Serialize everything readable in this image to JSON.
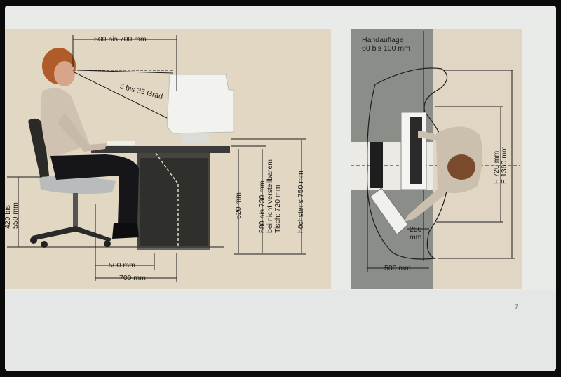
{
  "side_view": {
    "dim_top": "500 bis 700 mm",
    "angle": "5 bis 35 Grad",
    "seat_height": "420 bis\n550 mm",
    "desk_620": "620 mm",
    "desk_adjust": "580 bis 730 mm\nbei nicht verstellbarem\nTisch: 720 mm",
    "max_750": "höchstens 750 mm",
    "depth_500": "500 mm",
    "depth_700": "700 mm"
  },
  "top_view": {
    "hand_rest": "Handauflage\n60 bis 100 mm",
    "width_a": "F 720 mm\nE 1360 mm",
    "dim_250": "250\nmm",
    "dim_500": "500 mm"
  },
  "page_number": "7",
  "colors": {
    "sheet": "#e9ebe8",
    "panel_beige": "#e2d7c2",
    "panel_grey": "#8b8d88",
    "line": "#1c1c1c"
  }
}
